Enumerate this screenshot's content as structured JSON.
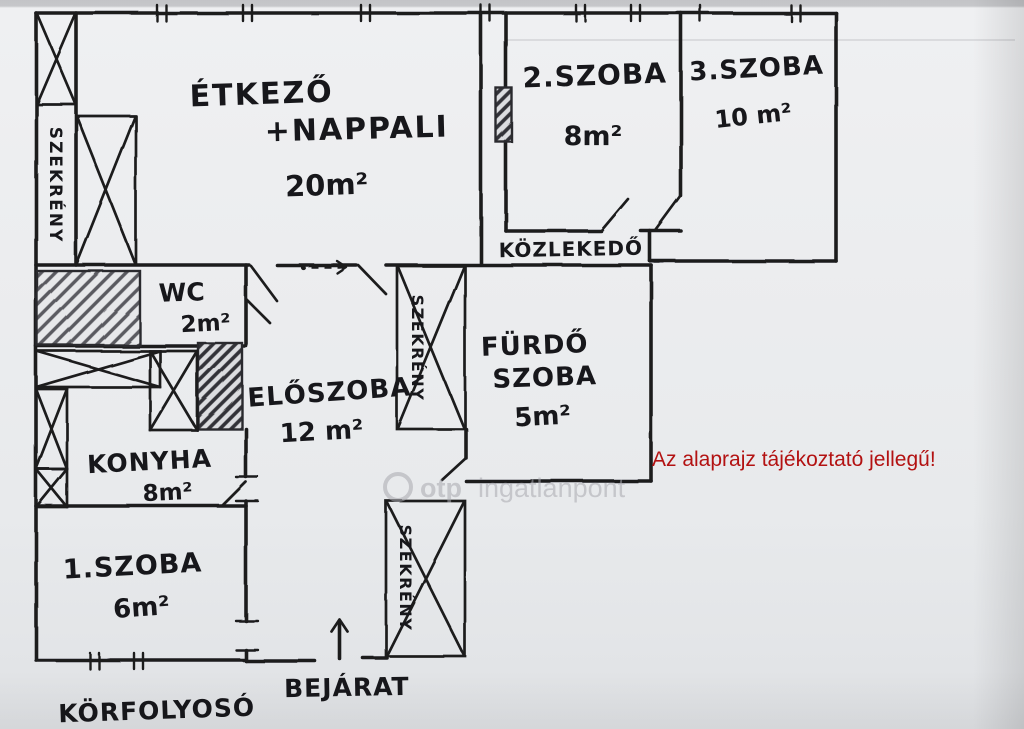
{
  "meta": {
    "disclaimer": "Az alaprajz tájékoztató jellegű!",
    "watermark": {
      "logo_text": "otp",
      "brand": "ingatlanpont"
    }
  },
  "rooms": {
    "wardrobe_left": {
      "label": "SZEKRÉNY"
    },
    "dining_living": {
      "line1": "ÉTKEZŐ",
      "line2": "+NAPPALI",
      "area": "20m²"
    },
    "room2": {
      "name": "2.SZOBA",
      "area": "8m²"
    },
    "room3": {
      "name": "3.SZOBA",
      "area": "10 m²"
    },
    "corridor": {
      "name": "KÖZLEKEDŐ"
    },
    "wc": {
      "name": "WC",
      "area": "2m²"
    },
    "hall": {
      "name": "ELŐSZOBA",
      "area": "12 m²"
    },
    "wardrobe_mid": {
      "label": "SZEKRÉNY"
    },
    "bathroom": {
      "line1": "FÜRDŐ",
      "line2": "SZOBA",
      "area": "5m²"
    },
    "kitchen": {
      "name": "KONYHA",
      "area": "8m²"
    },
    "room1": {
      "name": "1.SZOBA",
      "area": "6m²"
    },
    "wardrobe_bottom": {
      "label": "SZEKRÉNY"
    },
    "entrance": {
      "name": "BEJÁRAT"
    },
    "gallery": {
      "name": "KÖRFOLYOSÓ"
    }
  }
}
